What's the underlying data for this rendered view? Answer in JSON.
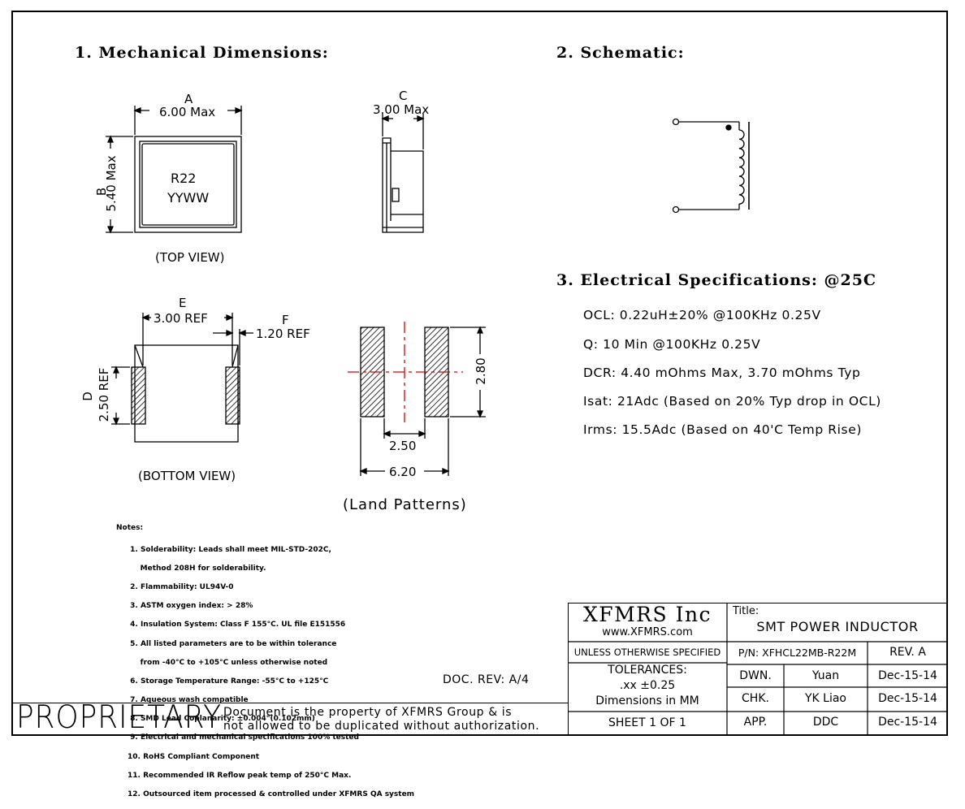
{
  "sections": {
    "mechanical": "1. Mechanical Dimensions:",
    "schematic": "2. Schematic:",
    "electrical": "3. Electrical Specifications: @25C"
  },
  "mechanical": {
    "dim_a_letter": "A",
    "dim_a_value": "6.00 Max",
    "dim_b_letter": "B",
    "dim_b_value": "5.40 Max",
    "dim_c_letter": "C",
    "dim_c_value": "3.00 Max",
    "marking_line1": "R22",
    "marking_line2": "YYWW",
    "top_view": "(TOP VIEW)",
    "dim_e_letter": "E",
    "dim_e_value": "3.00 REF",
    "dim_f_letter": "F",
    "dim_f_value": "1.20 REF",
    "dim_d_letter": "D",
    "dim_d_value": "2.50 REF",
    "bottom_view": "(BOTTOM VIEW)"
  },
  "land": {
    "height": "2.80",
    "gap": "2.50",
    "width": "6.20",
    "caption": "(Land Patterns)"
  },
  "electrical": [
    "OCL: 0.22uH±20% @100KHz 0.25V",
    "Q: 10 Min @100KHz 0.25V",
    "DCR: 4.40 mOhms Max, 3.70 mOhms Typ",
    "Isat: 21Adc (Based on 20% Typ drop in OCL)",
    "Irms: 15.5Adc (Based on 40'C Temp Rise)"
  ],
  "notes": {
    "title": "Notes:",
    "items": [
      " 1. Solderability: Leads shall meet MIL-STD-202C,",
      "     Method 208H for solderability.",
      " 2. Flammability: UL94V-0",
      " 3. ASTM oxygen index: > 28%",
      " 4. Insulation System: Class F 155°C. UL file E151556",
      " 5. All listed parameters are to be within tolerance",
      "     from -40°C to +105°C unless otherwise noted",
      " 6. Storage Temperature Range: -55°C to +125°C",
      " 7. Aqueous wash compatible",
      " 8. SMD Lead Coplanarity: ±0.004\"(0.102mm)",
      " 9. Electrical and mechanical specifications 100% tested",
      "10. RoHS Compliant Component",
      "11. Recommended IR Reflow peak temp of 250°C Max.",
      "12. Outsourced item processed & controlled under XFMRS QA system"
    ]
  },
  "doc_rev": "DOC. REV: A/4",
  "title_block": {
    "company": "XFMRS Inc",
    "website": "www.XFMRS.com",
    "title_label": "Title:",
    "title_value": "SMT POWER INDUCTOR",
    "unless": "UNLESS OTHERWISE SPECIFIED",
    "pn": "P/N: XFHCL22MB-R22M",
    "rev": "REV. A",
    "tolerances": "TOLERANCES:",
    "tol_value": ".xx ±0.25",
    "dimensions": "Dimensions in MM",
    "sheet": "SHEET 1 OF 1",
    "rows": [
      {
        "role": "DWN.",
        "name": "Yuan",
        "date": "Dec-15-14"
      },
      {
        "role": "CHK.",
        "name": "YK Liao",
        "date": "Dec-15-14"
      },
      {
        "role": "APP.",
        "name": "DDC",
        "date": "Dec-15-14"
      }
    ]
  },
  "proprietary": {
    "word": "PROPRIETARY",
    "line1": "Document is the property of XFMRS Group & is",
    "line2": "not allowed to be duplicated without authorization."
  }
}
